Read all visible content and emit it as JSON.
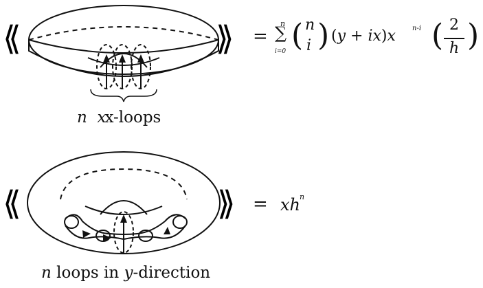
{
  "top": {
    "caption_n": "n",
    "caption_rest": "x-loops",
    "equals": "=",
    "sum_symbol": "∑",
    "sum_upper": "n",
    "sum_lower": "i=0",
    "binom_top": "n",
    "binom_bottom": "i",
    "factor_open": "(",
    "factor_y": "y",
    "factor_plus": "+",
    "factor_ix": "ix",
    "factor_close": ")",
    "x_base": "x",
    "x_exponent": "n-i",
    "frac_num": "2",
    "frac_den": "h"
  },
  "bottom": {
    "caption_n": "n",
    "caption_mid": "loops in",
    "caption_y": "y",
    "caption_rest": "-direction",
    "equals": "=",
    "rhs_base": "xh",
    "rhs_exponent": "n"
  },
  "brackets": {
    "left": "⟪",
    "right": "⟫"
  }
}
